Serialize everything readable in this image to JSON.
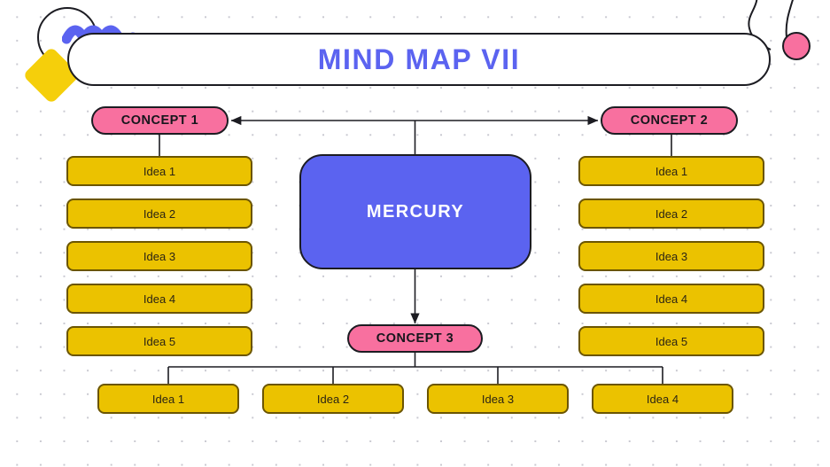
{
  "title": {
    "text": "MIND MAP VII",
    "color": "#5b63f0"
  },
  "central_node": {
    "label": "MERCURY",
    "fill": "#5b63f0",
    "text_color": "#ffffff"
  },
  "palette": {
    "pink": "#f8709f",
    "blue": "#5b63f0",
    "yellow": "#ebc200",
    "yellow_border": "#6b5500",
    "outline": "#1c1c22",
    "background": "#ffffff",
    "dot_grid": "#c9c9d1"
  },
  "branches": [
    {
      "id": "concept-1",
      "label": "CONCEPT 1",
      "position": "left",
      "ideas": [
        {
          "label": "Idea 1"
        },
        {
          "label": "Idea 2"
        },
        {
          "label": "Idea 3"
        },
        {
          "label": "Idea 4"
        },
        {
          "label": "Idea 5"
        }
      ]
    },
    {
      "id": "concept-2",
      "label": "CONCEPT 2",
      "position": "right",
      "ideas": [
        {
          "label": "Idea 1"
        },
        {
          "label": "Idea 2"
        },
        {
          "label": "Idea 3"
        },
        {
          "label": "Idea 4"
        },
        {
          "label": "Idea 5"
        }
      ]
    },
    {
      "id": "concept-3",
      "label": "CONCEPT 3",
      "position": "bottom",
      "ideas": [
        {
          "label": "Idea 1"
        },
        {
          "label": "Idea 2"
        },
        {
          "label": "Idea 3"
        },
        {
          "label": "Idea 4"
        }
      ]
    }
  ],
  "decorations": [
    {
      "name": "circle-outline",
      "shape": "circle",
      "color": "#1c1c22"
    },
    {
      "name": "diamond",
      "shape": "rotated-square",
      "color": "#f5cf0b"
    },
    {
      "name": "squiggle",
      "shape": "wave",
      "color": "#5b63f0"
    },
    {
      "name": "wave-line",
      "shape": "curve",
      "color": "#1c1c22"
    },
    {
      "name": "pink-dot",
      "shape": "circle",
      "color": "#f8709f"
    }
  ]
}
